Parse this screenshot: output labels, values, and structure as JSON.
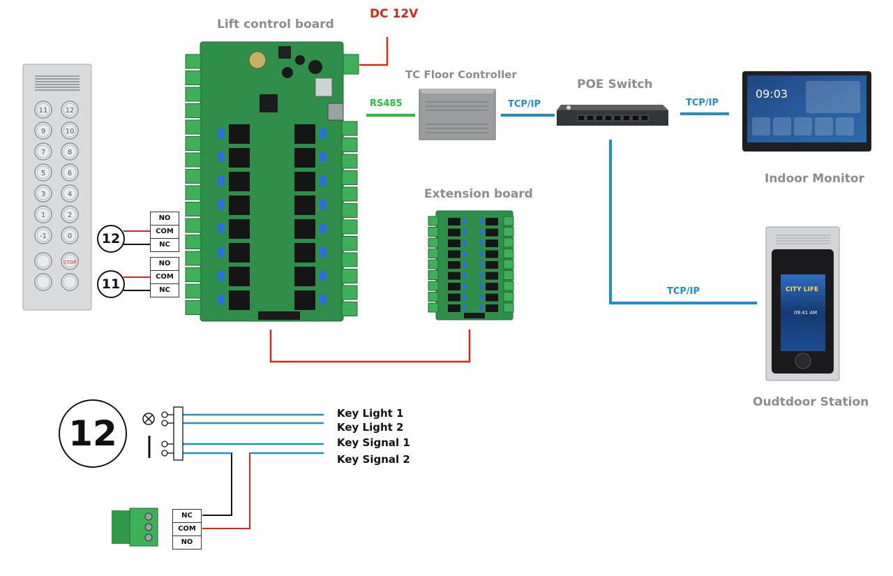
{
  "labels": {
    "lift_board": "Lift control board",
    "dc": "DC 12V",
    "tc_floor": "TC Floor Controller",
    "poe": "POE Switch",
    "indoor": "Indoor Monitor",
    "outdoor": "Oudtdoor Station",
    "extension": "Extension board",
    "rs485": "RS485",
    "tcpip_1": "TCP/IP",
    "tcpip_2": "TCP/IP",
    "tcpip_3": "TCP/IP"
  },
  "panel_buttons": [
    "11",
    "12",
    "9",
    "10",
    "7",
    "8",
    "5",
    "6",
    "3",
    "4",
    "1",
    "2",
    "-1",
    "0",
    "",
    "STOP",
    "",
    ""
  ],
  "relay_groups": [
    {
      "floor": "12",
      "terminals": [
        "NO",
        "COM",
        "NC"
      ]
    },
    {
      "floor": "11",
      "terminals": [
        "NO",
        "COM",
        "NC"
      ]
    }
  ],
  "key_detail": {
    "floor": "12",
    "wires": [
      "Key Light 1",
      "Key Light 2",
      "Key Signal 1",
      "Key Signal 2"
    ],
    "terminals": [
      "NC",
      "COM",
      "NO"
    ]
  },
  "monitor": {
    "time": "09:03"
  },
  "outdoor_screen": {
    "time": "09:41 AM",
    "brand": "CITY LIFE"
  },
  "colors": {
    "red_wire": "#d9261c",
    "blue_wire": "#1f8fc9",
    "green_wire": "#21c13a",
    "pcb": "#2f8f4a"
  }
}
